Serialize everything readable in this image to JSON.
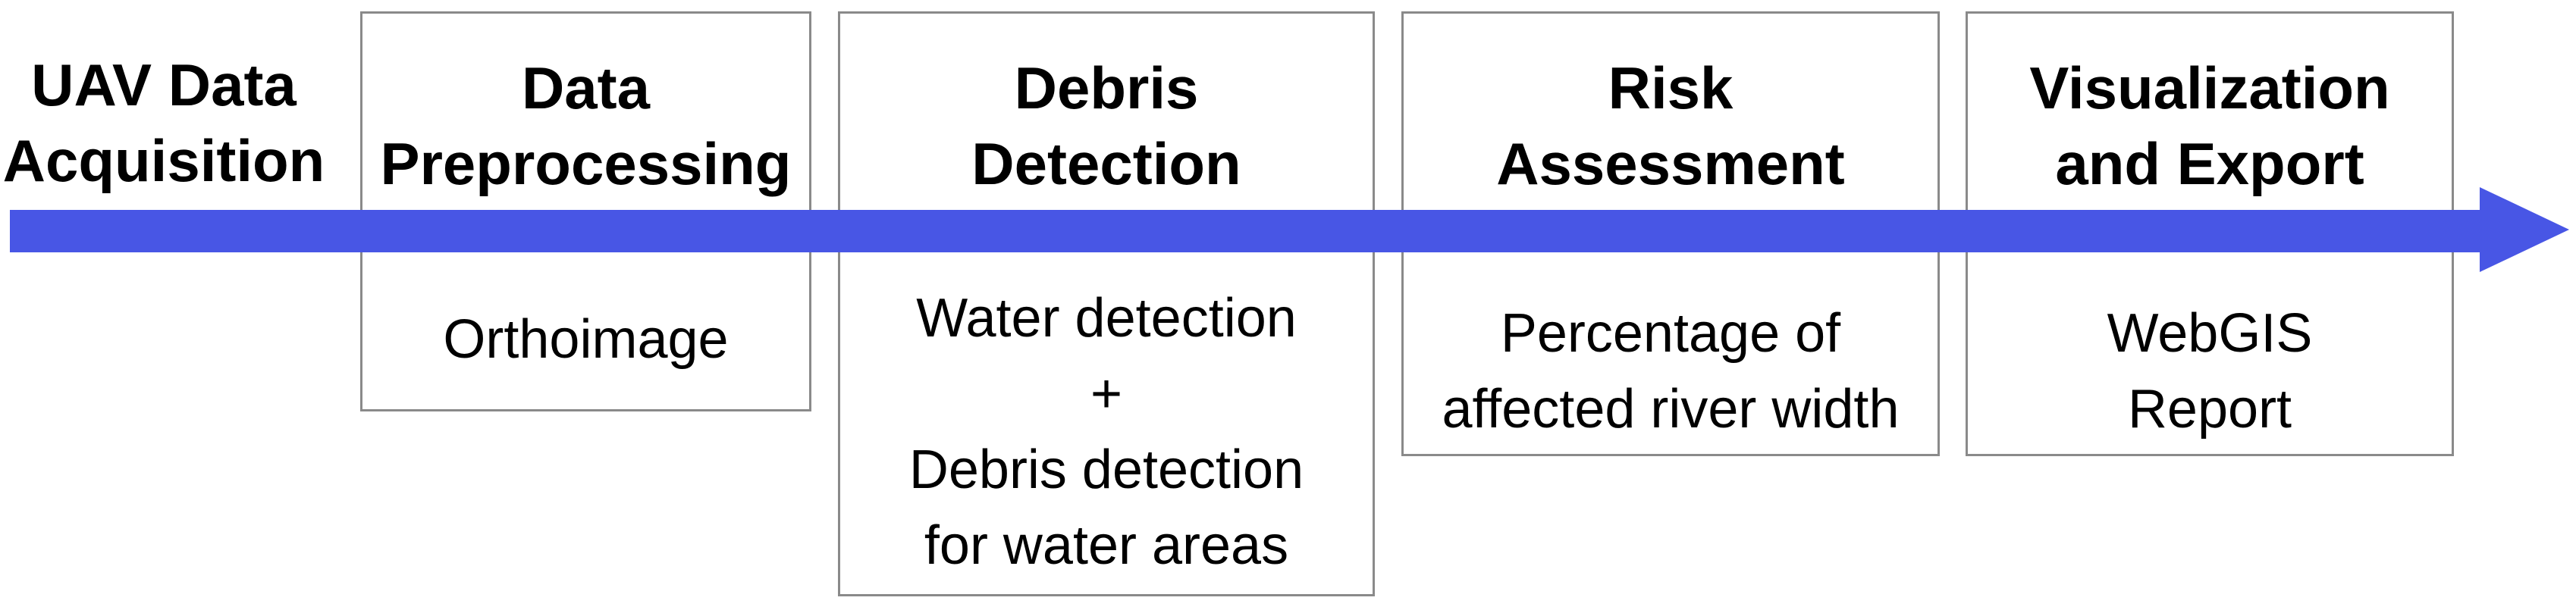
{
  "diagram": {
    "arrow_color": "#4856e5",
    "border_color": "#8a8a8a",
    "stages": [
      {
        "name": "uav-data-acquisition",
        "title_lines": [
          "UAV Data",
          "Acquisition"
        ],
        "sub_lines": []
      },
      {
        "name": "data-preprocessing",
        "title_lines": [
          "Data",
          "Preprocessing"
        ],
        "sub_lines": [
          "Orthoimage"
        ]
      },
      {
        "name": "debris-detection",
        "title_lines": [
          "Debris",
          "Detection"
        ],
        "sub_lines": [
          "Water detection",
          "+",
          "Debris detection",
          "for water areas"
        ]
      },
      {
        "name": "risk-assessment",
        "title_lines": [
          "Risk",
          "Assessment"
        ],
        "sub_lines": [
          "Percentage of",
          "affected river width"
        ]
      },
      {
        "name": "visualization-and-export",
        "title_lines": [
          "Visualization",
          "and Export"
        ],
        "sub_lines": [
          "WebGIS",
          "Report"
        ]
      }
    ]
  }
}
